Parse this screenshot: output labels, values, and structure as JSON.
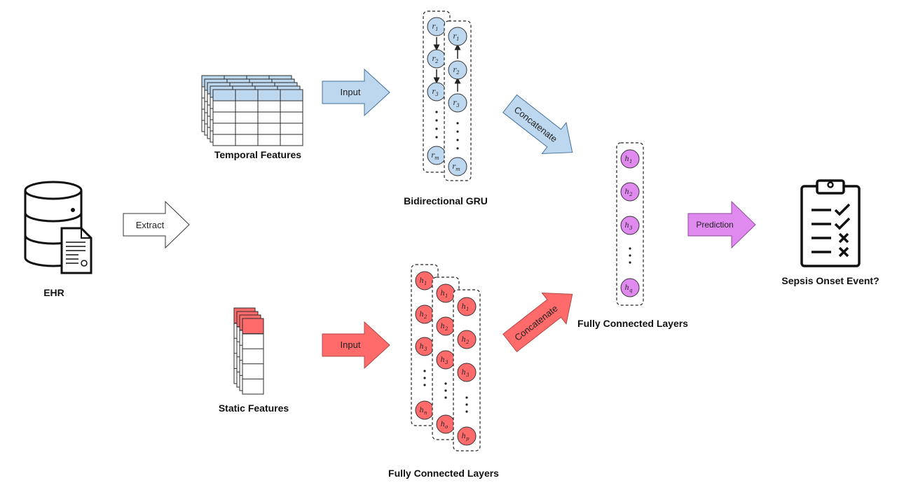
{
  "labels": {
    "ehr": "EHR",
    "temporal": "Temporal Features",
    "static": "Static Features",
    "gru": "Bidirectional GRU",
    "fc_static": "Fully Connected Layers",
    "fc_merge": "Fully Connected Layers",
    "outcome": "Sepsis Onset Event?"
  },
  "arrows": {
    "extract": "Extract",
    "input_temporal": "Input",
    "input_static": "Input",
    "concat_top": "Concatenate",
    "concat_bottom": "Concatenate",
    "prediction": "Prediction"
  },
  "nodes": {
    "gru_forward": [
      "r1",
      "r2",
      "r3",
      "rm"
    ],
    "gru_backward": [
      "r1",
      "r2",
      "r3",
      "rm"
    ],
    "fc_col1": [
      "h1",
      "h2",
      "h3",
      "hn"
    ],
    "fc_col2": [
      "h1",
      "h2",
      "h3",
      "ho"
    ],
    "fc_col3": [
      "h1",
      "h2",
      "h3",
      "hp"
    ],
    "fc_merge": [
      "h1",
      "h2",
      "h3",
      "hq"
    ]
  },
  "colors": {
    "blue": "#bdd7ee",
    "red": "#ff6b6b",
    "purple": "#e08af0",
    "stroke": "#2b2b2b"
  },
  "icons": {
    "database": "database-icon",
    "document": "document-icon",
    "clipboard": "clipboard-checklist-icon"
  }
}
